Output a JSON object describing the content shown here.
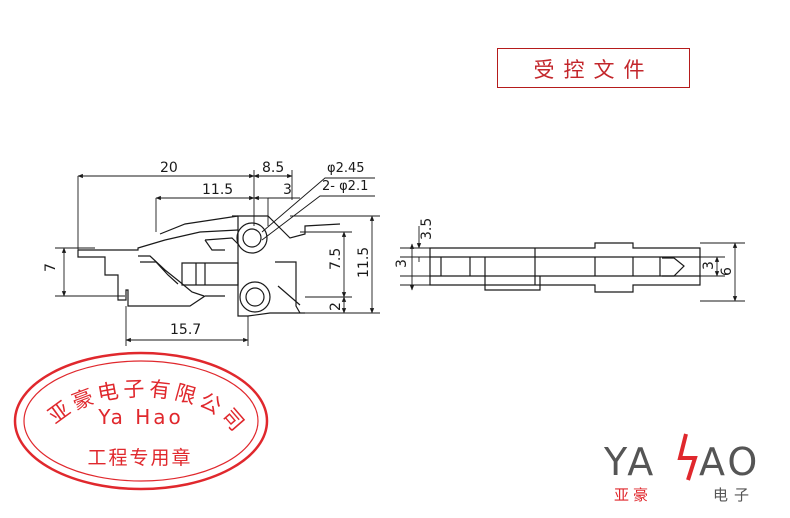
{
  "document_stamp": {
    "text": "受控文件",
    "color": "#c3262b"
  },
  "dimensions": {
    "d20": "20",
    "d8_5": "8.5",
    "d11_5_top": "11.5",
    "d3_top": "3",
    "d7": "7",
    "d7_5": "7.5",
    "d11_5_right": "11.5",
    "d2": "2",
    "d15_7": "15.7",
    "phi_2_45": "φ2.45",
    "phi_2_1": "2- φ2.1",
    "side_3_5": "3.5",
    "side_3_left": "3",
    "side_3_right": "3",
    "side_6": "6"
  },
  "seal": {
    "company": "亚豪电子有限公司",
    "romanized": "Ya Hao",
    "purpose": "工程专用章",
    "color": "#e0282d"
  },
  "logo": {
    "letters_left": "YA",
    "letters_right": "AO",
    "sub_left": "亚豪",
    "sub_right": "电子",
    "gray": "#555555",
    "accent": "#e0282d"
  },
  "line_color": "#1a1a1a"
}
